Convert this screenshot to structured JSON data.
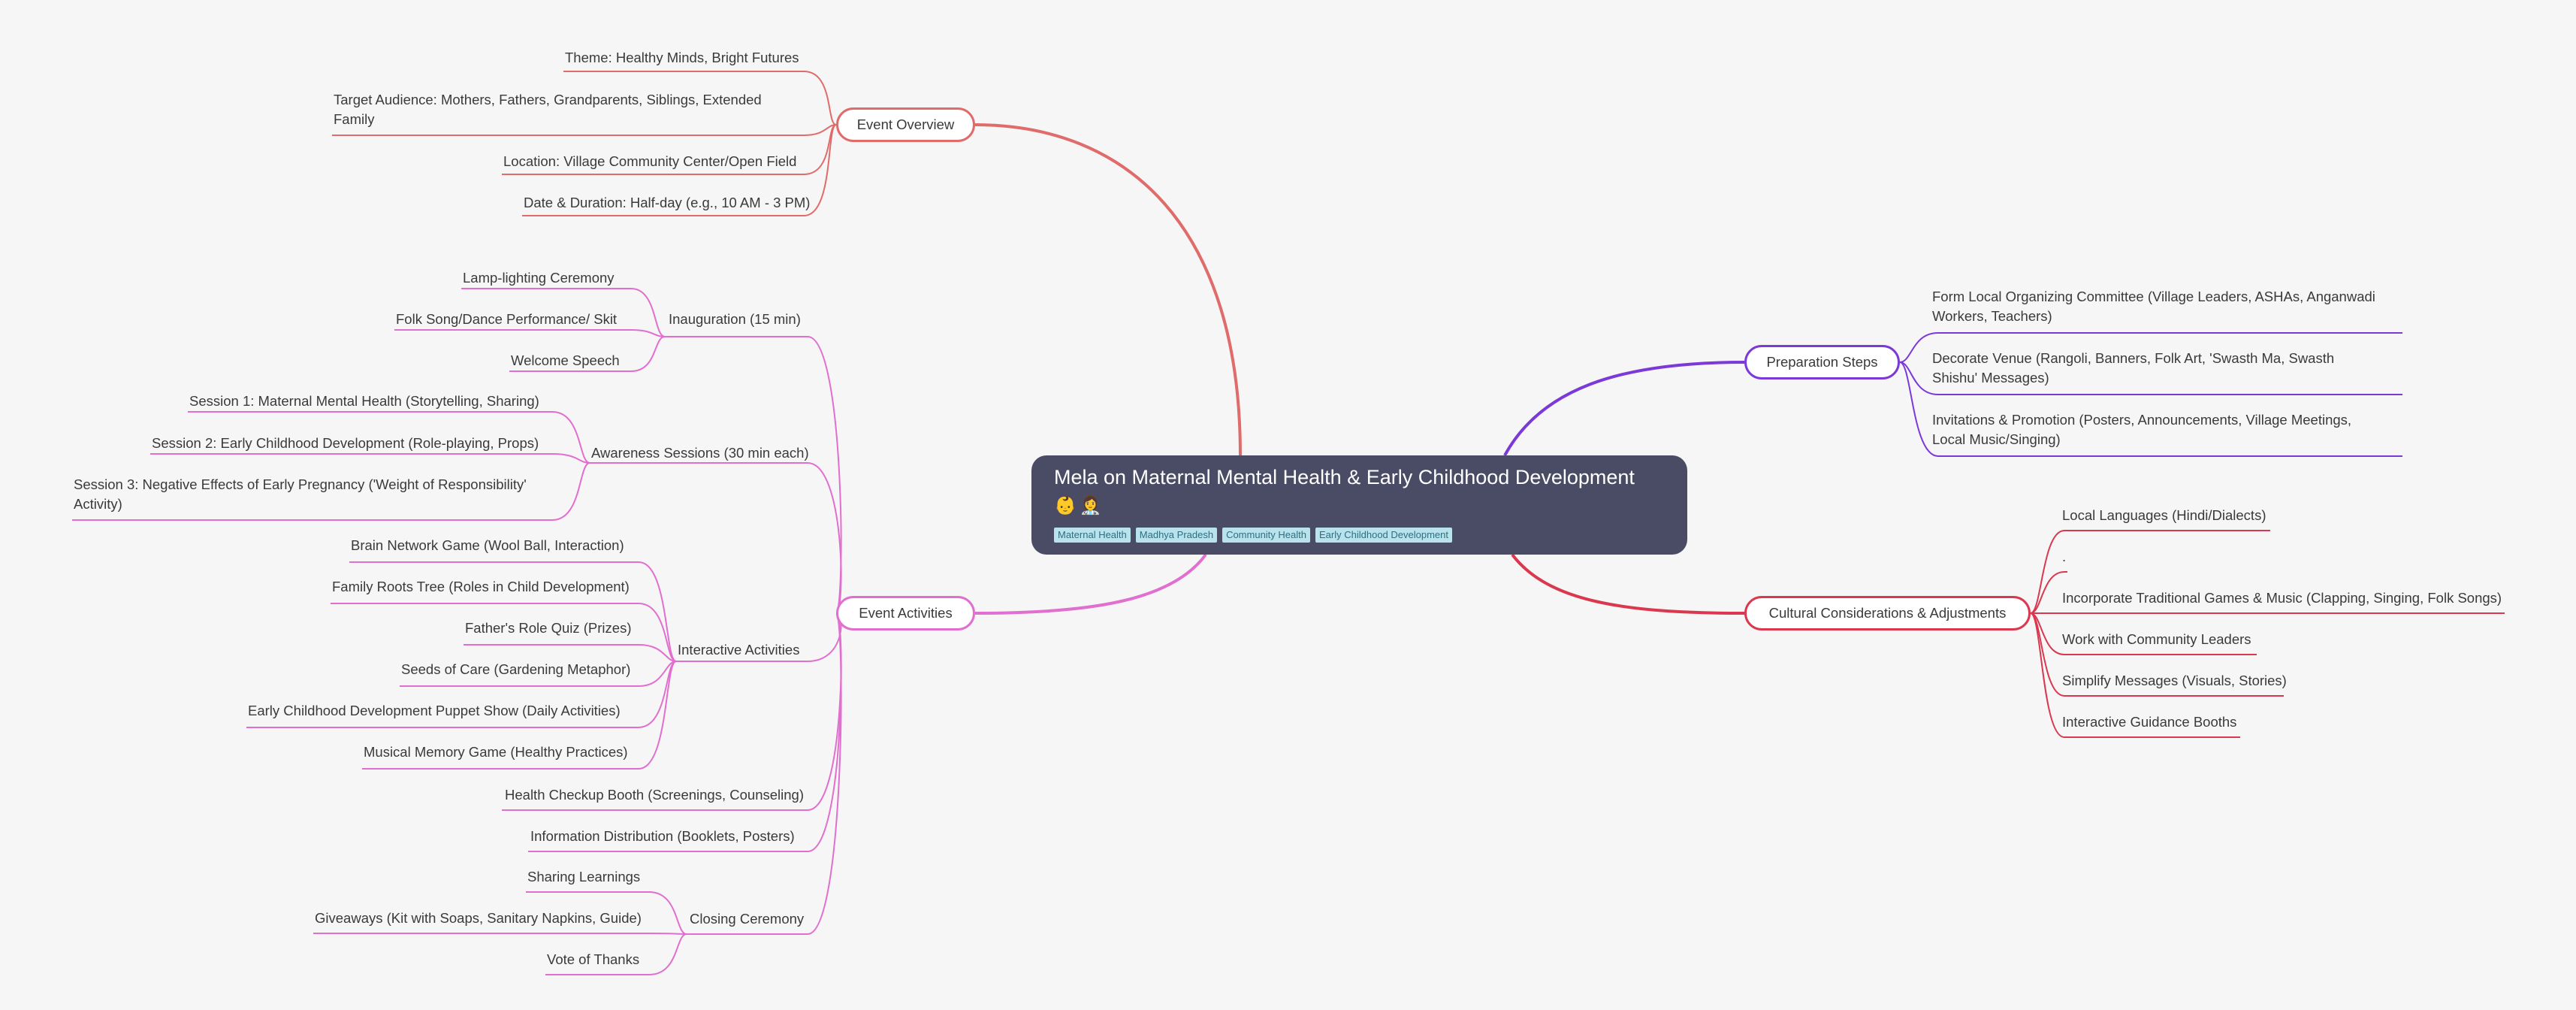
{
  "root": {
    "title": "Mela on Maternal Mental Health & Early Childhood Development",
    "emoji": "👶👩‍⚕️",
    "tags": [
      "Maternal Health",
      "Madhya Pradesh",
      "Community Health",
      "Early Childhood Development"
    ]
  },
  "colors": {
    "overview": "#df6b6b",
    "activities": "#e06fcf",
    "preparation": "#7b39d8",
    "cultural": "#d9384f",
    "root_bg": "#4a4c66",
    "tag_bg": "#b8e3ec"
  },
  "overview": {
    "label": "Event Overview",
    "items": [
      "Theme: Healthy Minds, Bright Futures",
      "Target Audience: Mothers, Fathers, Grandparents, Siblings, Extended Family",
      "Location: Village Community Center/Open Field",
      "Date & Duration: Half-day (e.g., 10 AM - 3 PM)"
    ]
  },
  "activities": {
    "label": "Event Activities",
    "inauguration": {
      "label": "Inauguration (15 min)",
      "items": [
        "Lamp-lighting Ceremony",
        "Folk Song/Dance Performance/ Skit",
        "Welcome Speech"
      ]
    },
    "awareness": {
      "label": "Awareness Sessions (30 min each)",
      "items": [
        "Session 1: Maternal Mental Health (Storytelling, Sharing)",
        "Session 2: Early Childhood Development (Role-playing, Props)",
        "Session 3: Negative Effects of Early Pregnancy ('Weight of Responsibility' Activity)"
      ]
    },
    "interactive": {
      "label": "Interactive Activities",
      "items": [
        "Brain Network Game (Wool Ball, Interaction)",
        "Family Roots Tree (Roles in Child Development)",
        "Father's Role Quiz (Prizes)",
        "Seeds of Care (Gardening Metaphor)",
        "Early Childhood Development Puppet Show (Daily Activities)",
        "Musical Memory Game (Healthy Practices)"
      ]
    },
    "health_booth": "Health Checkup Booth (Screenings, Counseling)",
    "info_distribution": "Information Distribution (Booklets, Posters)",
    "closing": {
      "label": "Closing Ceremony",
      "items": [
        "Sharing Learnings",
        "Giveaways (Kit with Soaps, Sanitary Napkins, Guide)",
        "Vote of Thanks"
      ]
    }
  },
  "preparation": {
    "label": "Preparation Steps",
    "items": [
      "Form Local Organizing Committee (Village Leaders, ASHAs, Anganwadi Workers, Teachers)",
      "Decorate Venue (Rangoli, Banners, Folk Art, 'Swasth Ma, Swasth Shishu' Messages)",
      "Invitations & Promotion (Posters, Announcements, Village Meetings, Local Music/Singing)"
    ]
  },
  "cultural": {
    "label": "Cultural Considerations & Adjustments",
    "items": [
      "Local Languages (Hindi/Dialects)",
      ".",
      "Incorporate Traditional Games & Music (Clapping, Singing, Folk Songs)",
      "Work with Community Leaders",
      "Simplify Messages (Visuals, Stories)",
      "Interactive Guidance Booths"
    ]
  }
}
